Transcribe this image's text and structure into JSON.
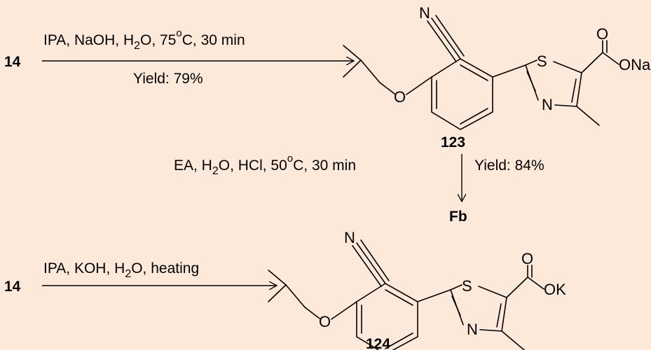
{
  "compounds": {
    "start_1": "14",
    "start_2": "14",
    "c123": "123",
    "c124": "124",
    "fb": "Fb"
  },
  "steps": {
    "step1": {
      "cond_a": "IPA, NaOH, H",
      "cond_sub": "2",
      "cond_b": "O, 75",
      "cond_deg": "o",
      "cond_c": "C, 30 min",
      "yield": "Yield: 79%"
    },
    "step2": {
      "cond_a": "EA, H",
      "cond_sub": "2",
      "cond_b": "O, HCl, 50",
      "cond_deg": "o",
      "cond_c": "C, 30 min",
      "yield": "Yield: 84%"
    },
    "step3": {
      "cond_a": "IPA, KOH, H",
      "cond_sub": "2",
      "cond_b": "O, heating"
    }
  },
  "atoms": {
    "m1": {
      "N": "N",
      "O": "O",
      "S": "S",
      "Nring": "N",
      "Ocarb": "O",
      "ONa": "ONa"
    },
    "m2": {
      "N": "N",
      "O": "O",
      "S": "S",
      "Nring": "N",
      "Ocarb": "O",
      "OK": "OK"
    }
  }
}
